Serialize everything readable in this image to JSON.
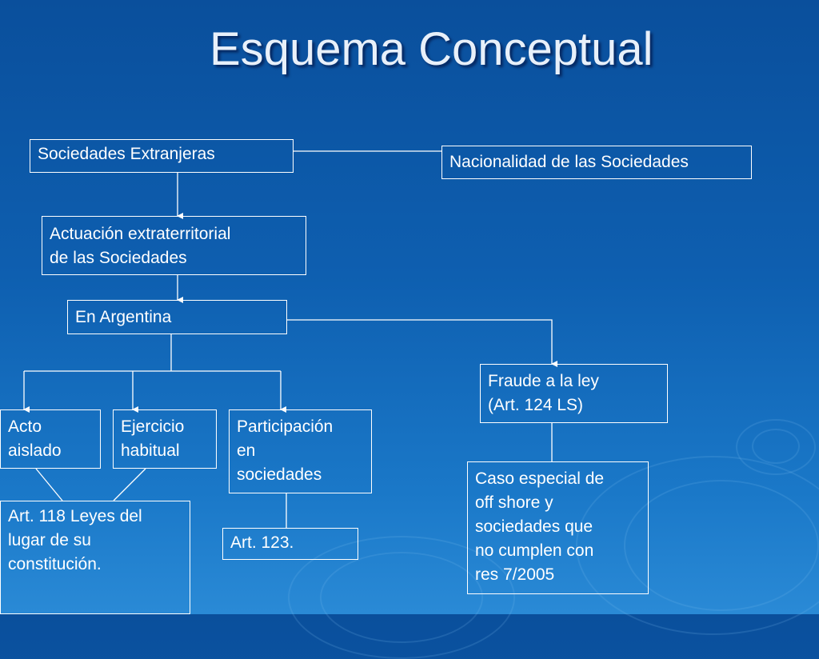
{
  "title": "Esquema Conceptual",
  "colors": {
    "background": "#0e5fb0",
    "box_border": "#ffffff",
    "text": "#ffffff",
    "title": "#e8f0fa"
  },
  "nodes": {
    "sociedades_extranjeras": "Sociedades Extranjeras",
    "nacionalidad": "Nacionalidad de las Sociedades",
    "actuacion": "Actuación extraterritorial\nde las Sociedades",
    "en_argentina": "En Argentina",
    "fraude": "Fraude a la ley\n(Art. 124 LS)",
    "acto_aislado": "Acto\naislado",
    "ejercicio_habitual": "Ejercicio\nhabitual",
    "participacion": "Participación\nen\nsociedades",
    "art118": "Art. 118 Leyes del\nlugar de su\nconstitución.",
    "art123": "Art. 123.",
    "caso_especial": "Caso especial de\noff shore y\nsociedades que\nno cumplen con\nres 7/2005"
  }
}
